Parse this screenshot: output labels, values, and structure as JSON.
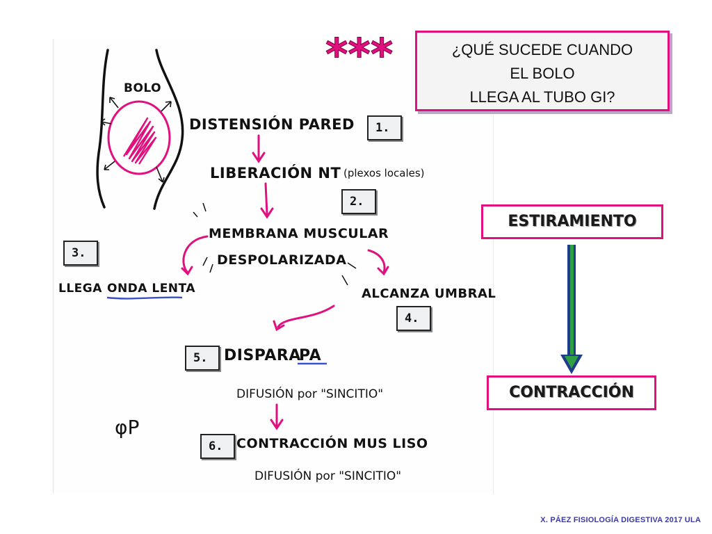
{
  "question": {
    "line1": "¿QUÉ SUCEDE CUANDO",
    "line2": "EL BOLO",
    "line3": "LLEGA AL TUBO GI?"
  },
  "stars": "***",
  "steps": [
    "1.",
    "2.",
    "3.",
    "4.",
    "5.",
    "6."
  ],
  "notes": {
    "bolo": "BOLO",
    "distension": "DISTENSIÓN PARED",
    "liberacion": "LIBERACIÓN NT",
    "plexos": "(plexos locales)",
    "membrana1": "MEMBRANA MUSCULAR",
    "membrana2": "DESPOLARIZADA",
    "llega": "LLEGA",
    "onda_lenta": "ONDA LENTA",
    "alcanza": "ALCANZA UMBRAL",
    "dispara": "DISPARA",
    "pa": "PA",
    "difusion1": "DIFUSIÓN por \"SINCITIO\"",
    "contraccion_mus": "CONTRACCIÓN MUS LISO",
    "difusion2": "DIFUSIÓN por \"SINCITIO\"",
    "margin_mark": "φP"
  },
  "summary": {
    "top": "ESTIRAMIENTO",
    "bottom": "CONTRACCIÓN"
  },
  "footer": "X. PÁEZ   FISIOLOGÍA DIGESTIVA 2017   ULA",
  "colors": {
    "accent": "#e0107f",
    "ink": "#111111",
    "blue_underline": "#3a4fc8",
    "arrow_green": "#1e7a2a",
    "arrow_blue": "#1f3b8c"
  }
}
